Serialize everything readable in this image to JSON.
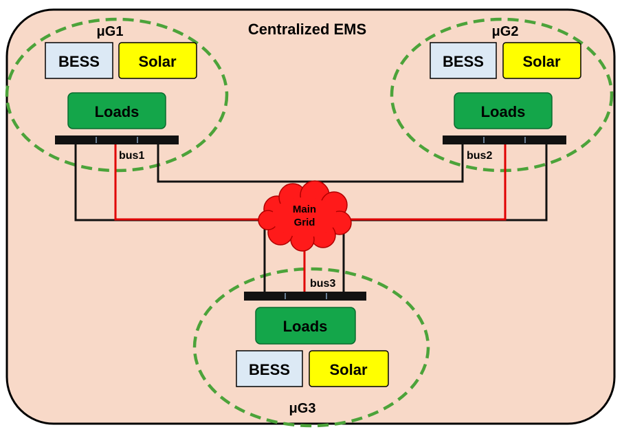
{
  "title": "Centralized EMS",
  "microgrids": [
    {
      "name": "μG1",
      "bess": "BESS",
      "solar": "Solar",
      "loads": "Loads",
      "bus": "bus1"
    },
    {
      "name": "μG2",
      "bess": "BESS",
      "solar": "Solar",
      "loads": "Loads",
      "bus": "bus2"
    },
    {
      "name": "μG3",
      "bess": "BESS",
      "solar": "Solar",
      "loads": "Loads",
      "bus": "bus3"
    }
  ],
  "main_grid": {
    "line1": "Main",
    "line2": "Grid"
  },
  "colors": {
    "panel": "#f8d9c8",
    "bess": "#dce9f5",
    "solar": "#ffff00",
    "loads": "#14a64a",
    "boundary": "#4ca33a",
    "cloud": "#ff1a1a",
    "red_line": "#e00000",
    "black_line": "#111111"
  }
}
